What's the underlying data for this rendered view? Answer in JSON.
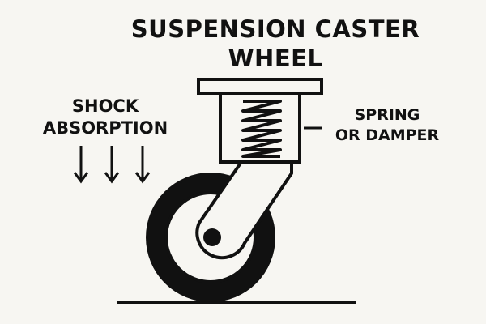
{
  "title": {
    "line1": "SUSPENSION CASTER",
    "line2": "WHEEL"
  },
  "labels": {
    "shock_line1": "SHOCK",
    "shock_line2": "ABSORPTION",
    "spring_line1": "SPRING",
    "spring_line2": "OR DAMPER"
  },
  "colors": {
    "background": "#f7f6f2",
    "ink": "#111111"
  }
}
